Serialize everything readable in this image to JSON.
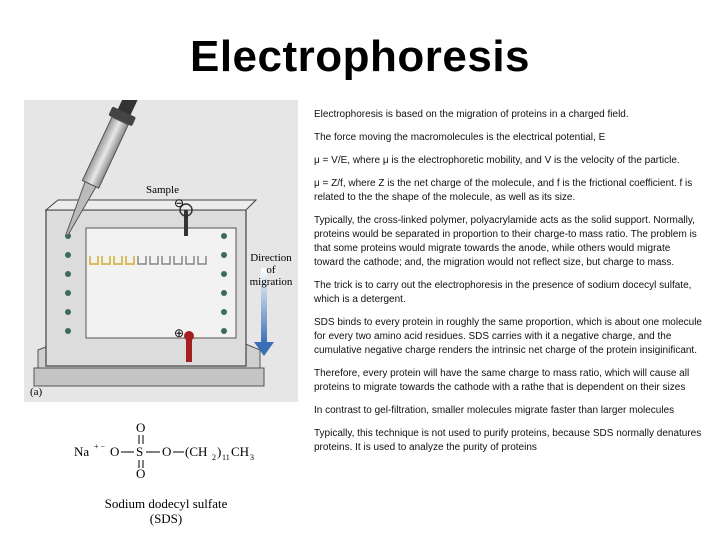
{
  "title": "Electrophoresis",
  "figure": {
    "sample_label": "Sample",
    "direction_label_1": "Direction",
    "direction_label_2": "of",
    "direction_label_3": "migration",
    "panel_label": "(a)",
    "minus_sign": "⊖",
    "plus_sign": "⊕"
  },
  "sds": {
    "formula_na": "Na",
    "formula_charge": "+ −",
    "formula_o1": "O",
    "formula_s": "S",
    "formula_o_top": "O",
    "formula_o_bottom": "O",
    "formula_o2": "O",
    "formula_chain": "(CH",
    "formula_sub2": "2",
    "formula_close": ")",
    "formula_sub11": "11",
    "formula_ch3": "CH",
    "formula_sub3": "3",
    "caption_line1": "Sodium dodecyl sulfate",
    "caption_line2": "(SDS)"
  },
  "paragraphs": [
    "Electrophoresis is based on the migration of proteins in a charged field.",
    "The force moving the macromolecules is the electrical potential, E",
    "μ = V/E, where μ is the electrophoretic mobility, and V is the velocity of the particle.",
    "μ = Z/f, where Z is the net charge of the molecule, and f is the frictional coefficient. f is related to the the shape of the molecule, as well as its size.",
    "Typically, the cross-linked polymer, polyacrylamide acts as the solid support. Normally, proteins would be separated in proportion to their charge-to mass ratio. The problem is that some proteins would migrate towards the anode, while others would migrate toward the cathode; and, the migration would not reflect size, but charge to mass.",
    "The trick is to carry out the electrophoresis in the presence of sodium docecyl sulfate, which is a detergent.",
    "SDS binds to every protein in roughly the same proportion, which is about one molecule for every two amino acid residues. SDS carries with it a negative charge, and the cumulative negative charge renders the intrinsic net charge of the protein insiginificant.",
    "Therefore, every protein will have the same charge to mass ratio, which will cause all proteins to migrate towards the cathode with a rathe that is dependent on their sizes",
    "In contrast to gel-filtration, smaller molecules migrate faster than larger molecules",
    "Typically, this technique is not used to purify proteins, because SDS normally denatures proteins. It is used to analyze the purity of proteins"
  ],
  "colors": {
    "figure_bg": "#e6e6e6",
    "tank_fill": "#d9d9d9",
    "well_color": "#d8c060",
    "arrow_color": "#3a6fb5",
    "electrode_red": "#a32020"
  }
}
